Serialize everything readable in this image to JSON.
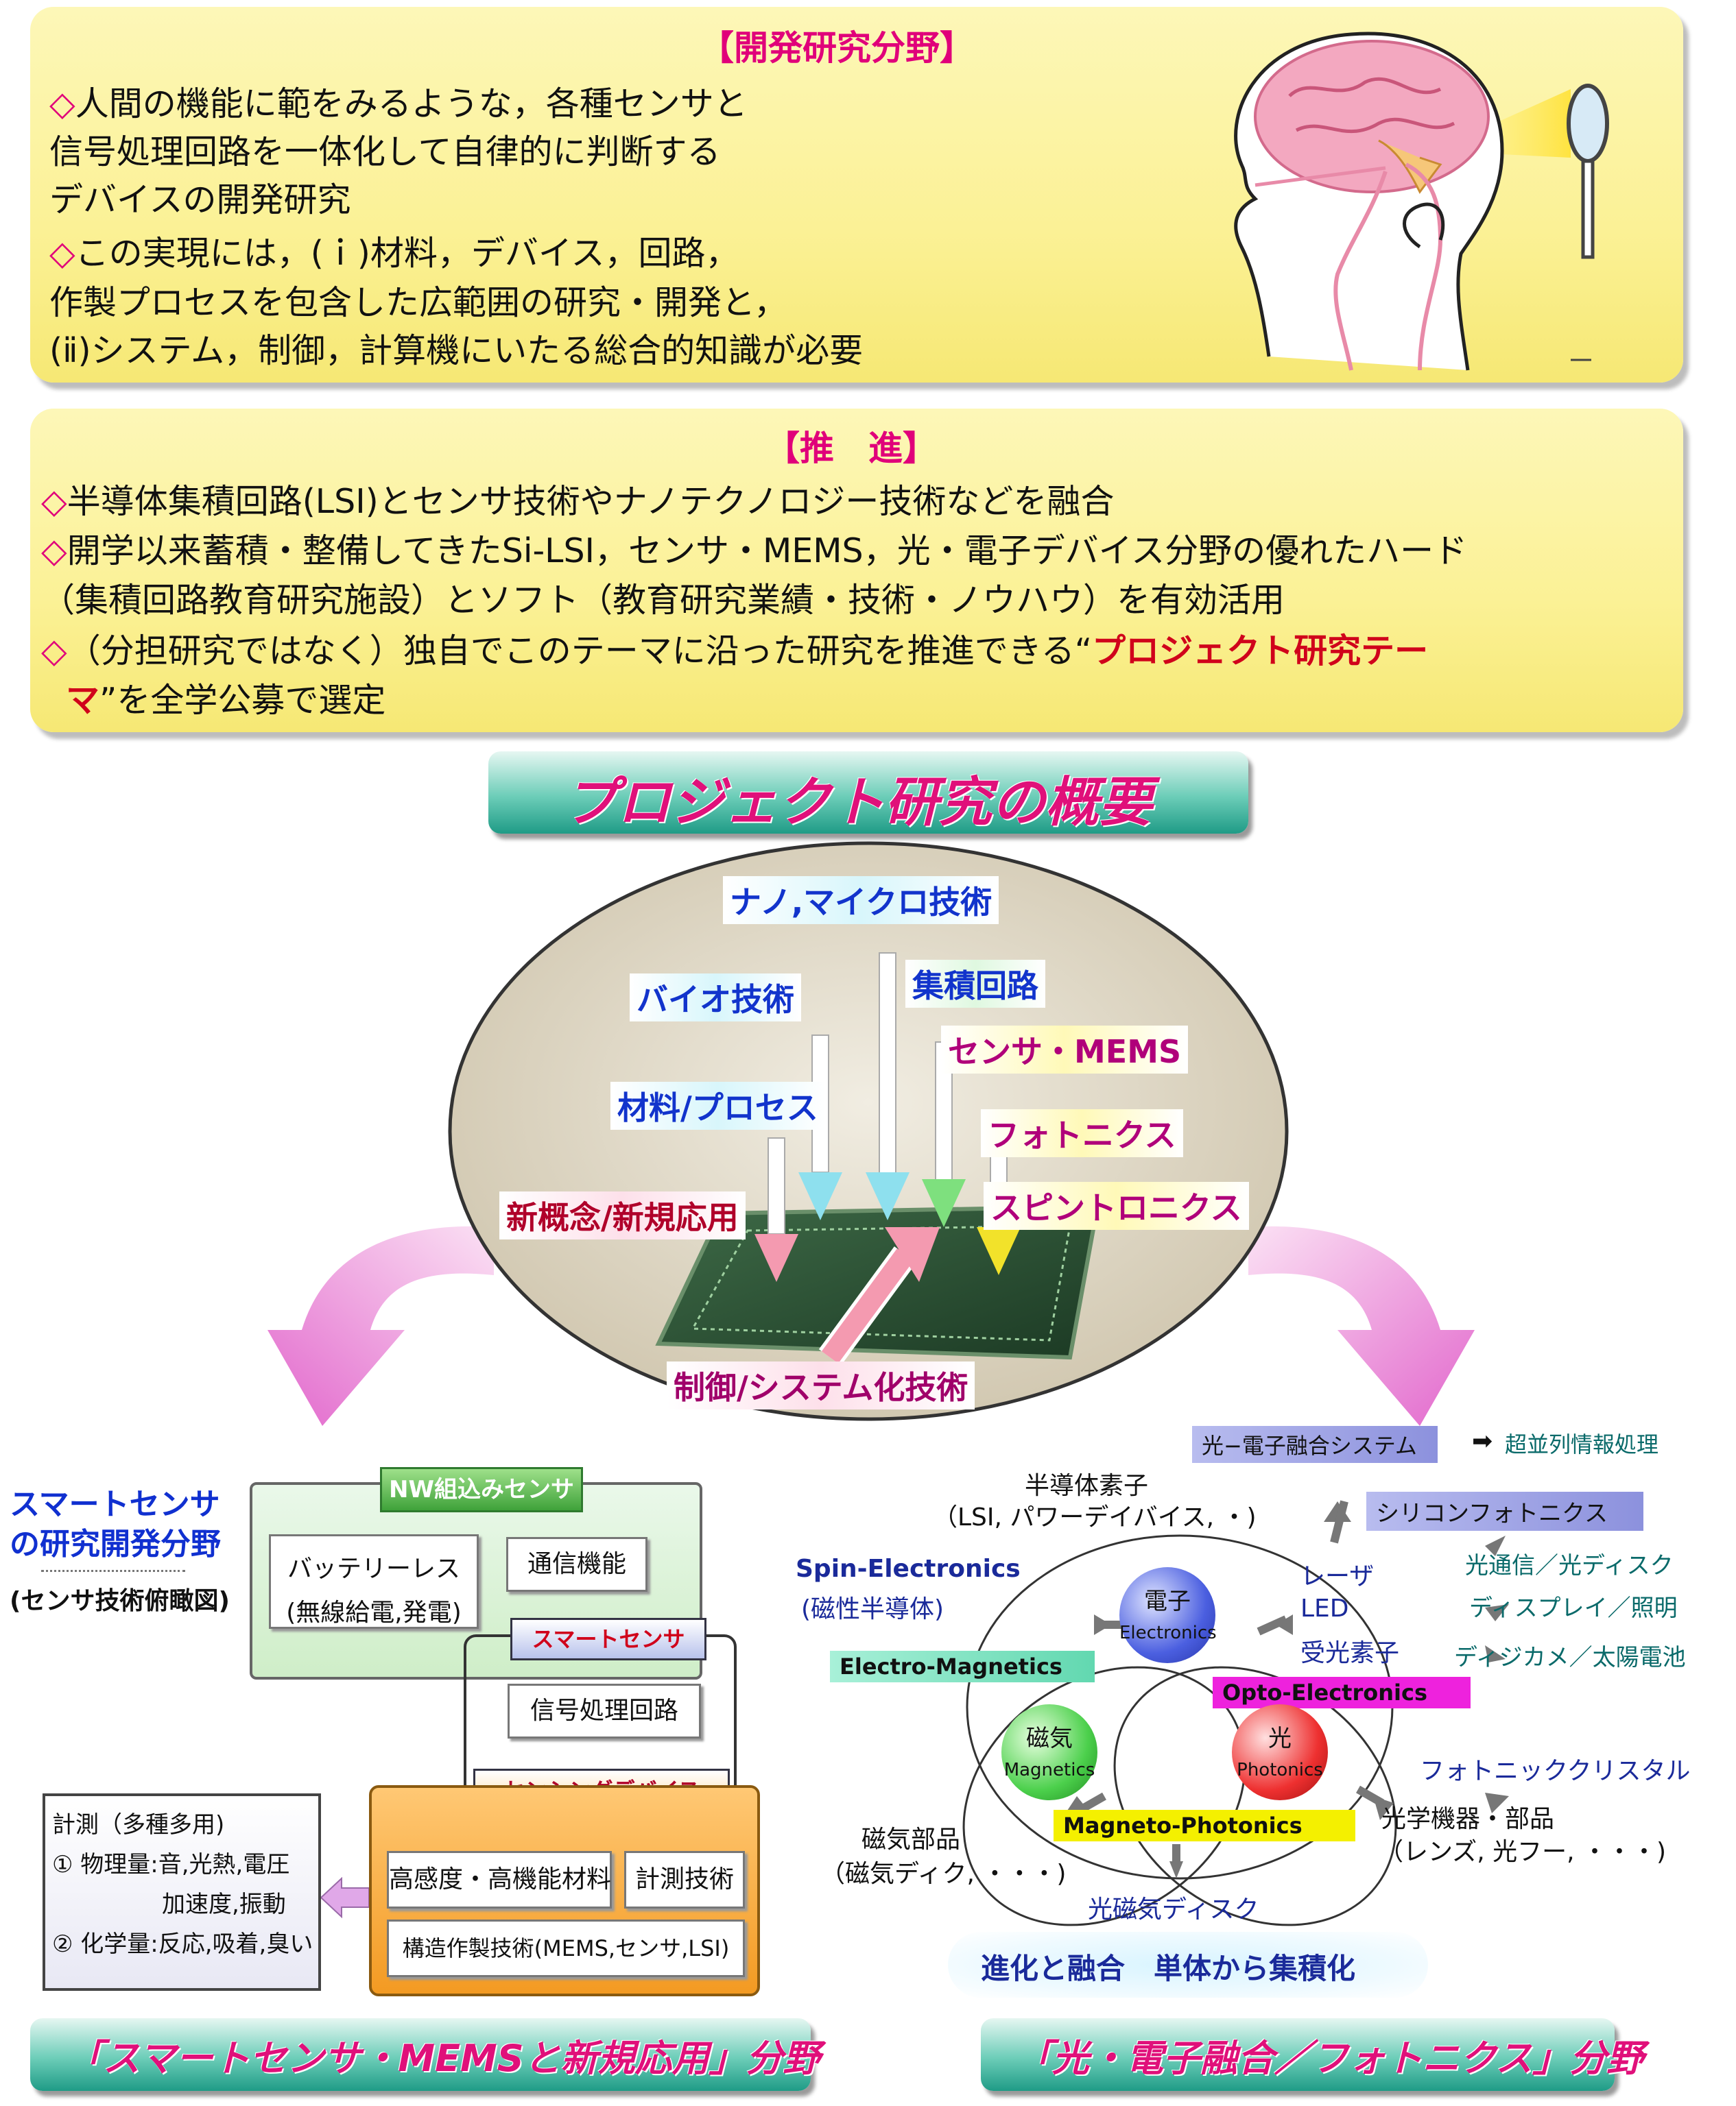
{
  "panel1": {
    "title": "【開発研究分野】",
    "lines": [
      "◇人間の機能に範をみるような，各種センサと",
      "信号処理回路を一体化して自律的に判断する",
      "デバイスの開発研究",
      "◇この実現には，(ｉ)材料，デバイス，回路，",
      "作製プロセスを包含した広範囲の研究・開発と，",
      "(ⅱ)システム，制御，計算機にいたる総合的知識が必要"
    ]
  },
  "panel2": {
    "title": "【推　進】",
    "lines": [
      "◇半導体集積回路(LSI)とセンサ技術やナノテクノロジー技術などを融合",
      "◇開学以来蓄積・整備してきたSi-LSI，センサ・MEMS，光・電子デバイス分野の優れたハード",
      "（集積回路教育研究施設）とソフト（教育研究業績・技術・ノウハウ）を有効活用",
      "◇（分担研究ではなく）独自でこのテーマに沿った研究を推進できる“",
      "プロジェクト研究テー",
      "マ",
      "”を全学公募で選定"
    ]
  },
  "overview_banner": "プロジェクト研究の概要",
  "ellipse": {
    "nano": "ナノ,マイクロ技術",
    "bio": "バイオ技術",
    "ic": "集積回路",
    "sensor": "センサ・MEMS",
    "material": "材料/プロセス",
    "photonics": "フォトニクス",
    "newconcept": "新概念/新規応用",
    "spintronics": "スピントロニクス",
    "control": "制御/システム化技術"
  },
  "smart": {
    "heading1": "スマートセンサ",
    "heading2": "の研究開発分野",
    "subheading": "(センサ技術俯瞰図)",
    "nw": "NW組込みセンサ",
    "battery1": "バッテリーレス",
    "battery2": "(無線給電,発電)",
    "comm": "通信機能",
    "smartsensor": "スマートセンサ",
    "signal": "信号処理回路",
    "sensing": "センシングデバイス",
    "material": "高感度・高機能材料",
    "measure_tech": "計測技術",
    "fab": "構造作製技術(MEMS,センサ,LSI)",
    "m1": "計測（多種多用)",
    "m2": "① 物理量:音,光熱,電圧",
    "m3": "加速度,振動",
    "m4": "② 化学量:反応,吸着,臭い"
  },
  "photo": {
    "opto_system": "光−電子融合システム",
    "parallel": "超並列情報処理",
    "semi1": "半導体素子",
    "semi2": "（LSI, パワーデイバイス, ・)",
    "silicon": "シリコンフォトニクス",
    "spin1": "Spin-Electronics",
    "spin2": "(磁性半導体)",
    "laser": "レーザ",
    "led": "LED",
    "receiver": "受光素子",
    "comm": "光通信／光ディスク",
    "display": "ディスプレイ／照明",
    "camera": "ディジカメ／太陽電池",
    "e_jp": "電子",
    "e_en": "Electronics",
    "em": "Electro-Magnetics",
    "oe": "Opto-Electronics",
    "m_jp": "磁気",
    "m_en": "Magnetics",
    "p_jp": "光",
    "p_en": "Photonics",
    "crystal": "フォトニッククリスタル",
    "optics1": "光学機器・部品",
    "optics2": "（レンズ, 光フー, ・・・)",
    "mag1": "磁気部品",
    "mag2": "（磁気ディク, ・・・)",
    "mp": "Magneto-Photonics",
    "mo_disk": "光磁気ディスク",
    "evolution": "進化と融合　単体から集積化"
  },
  "bottom": {
    "left": "「スマートセンサ・MEMSと新規応用」分野",
    "right": "「光・電子融合／フォトニクス」分野"
  },
  "colors": {
    "accent": "#e0007a",
    "highlight": "#d0021b",
    "panel": "#fbf195",
    "banner": "#4cbfa8"
  }
}
